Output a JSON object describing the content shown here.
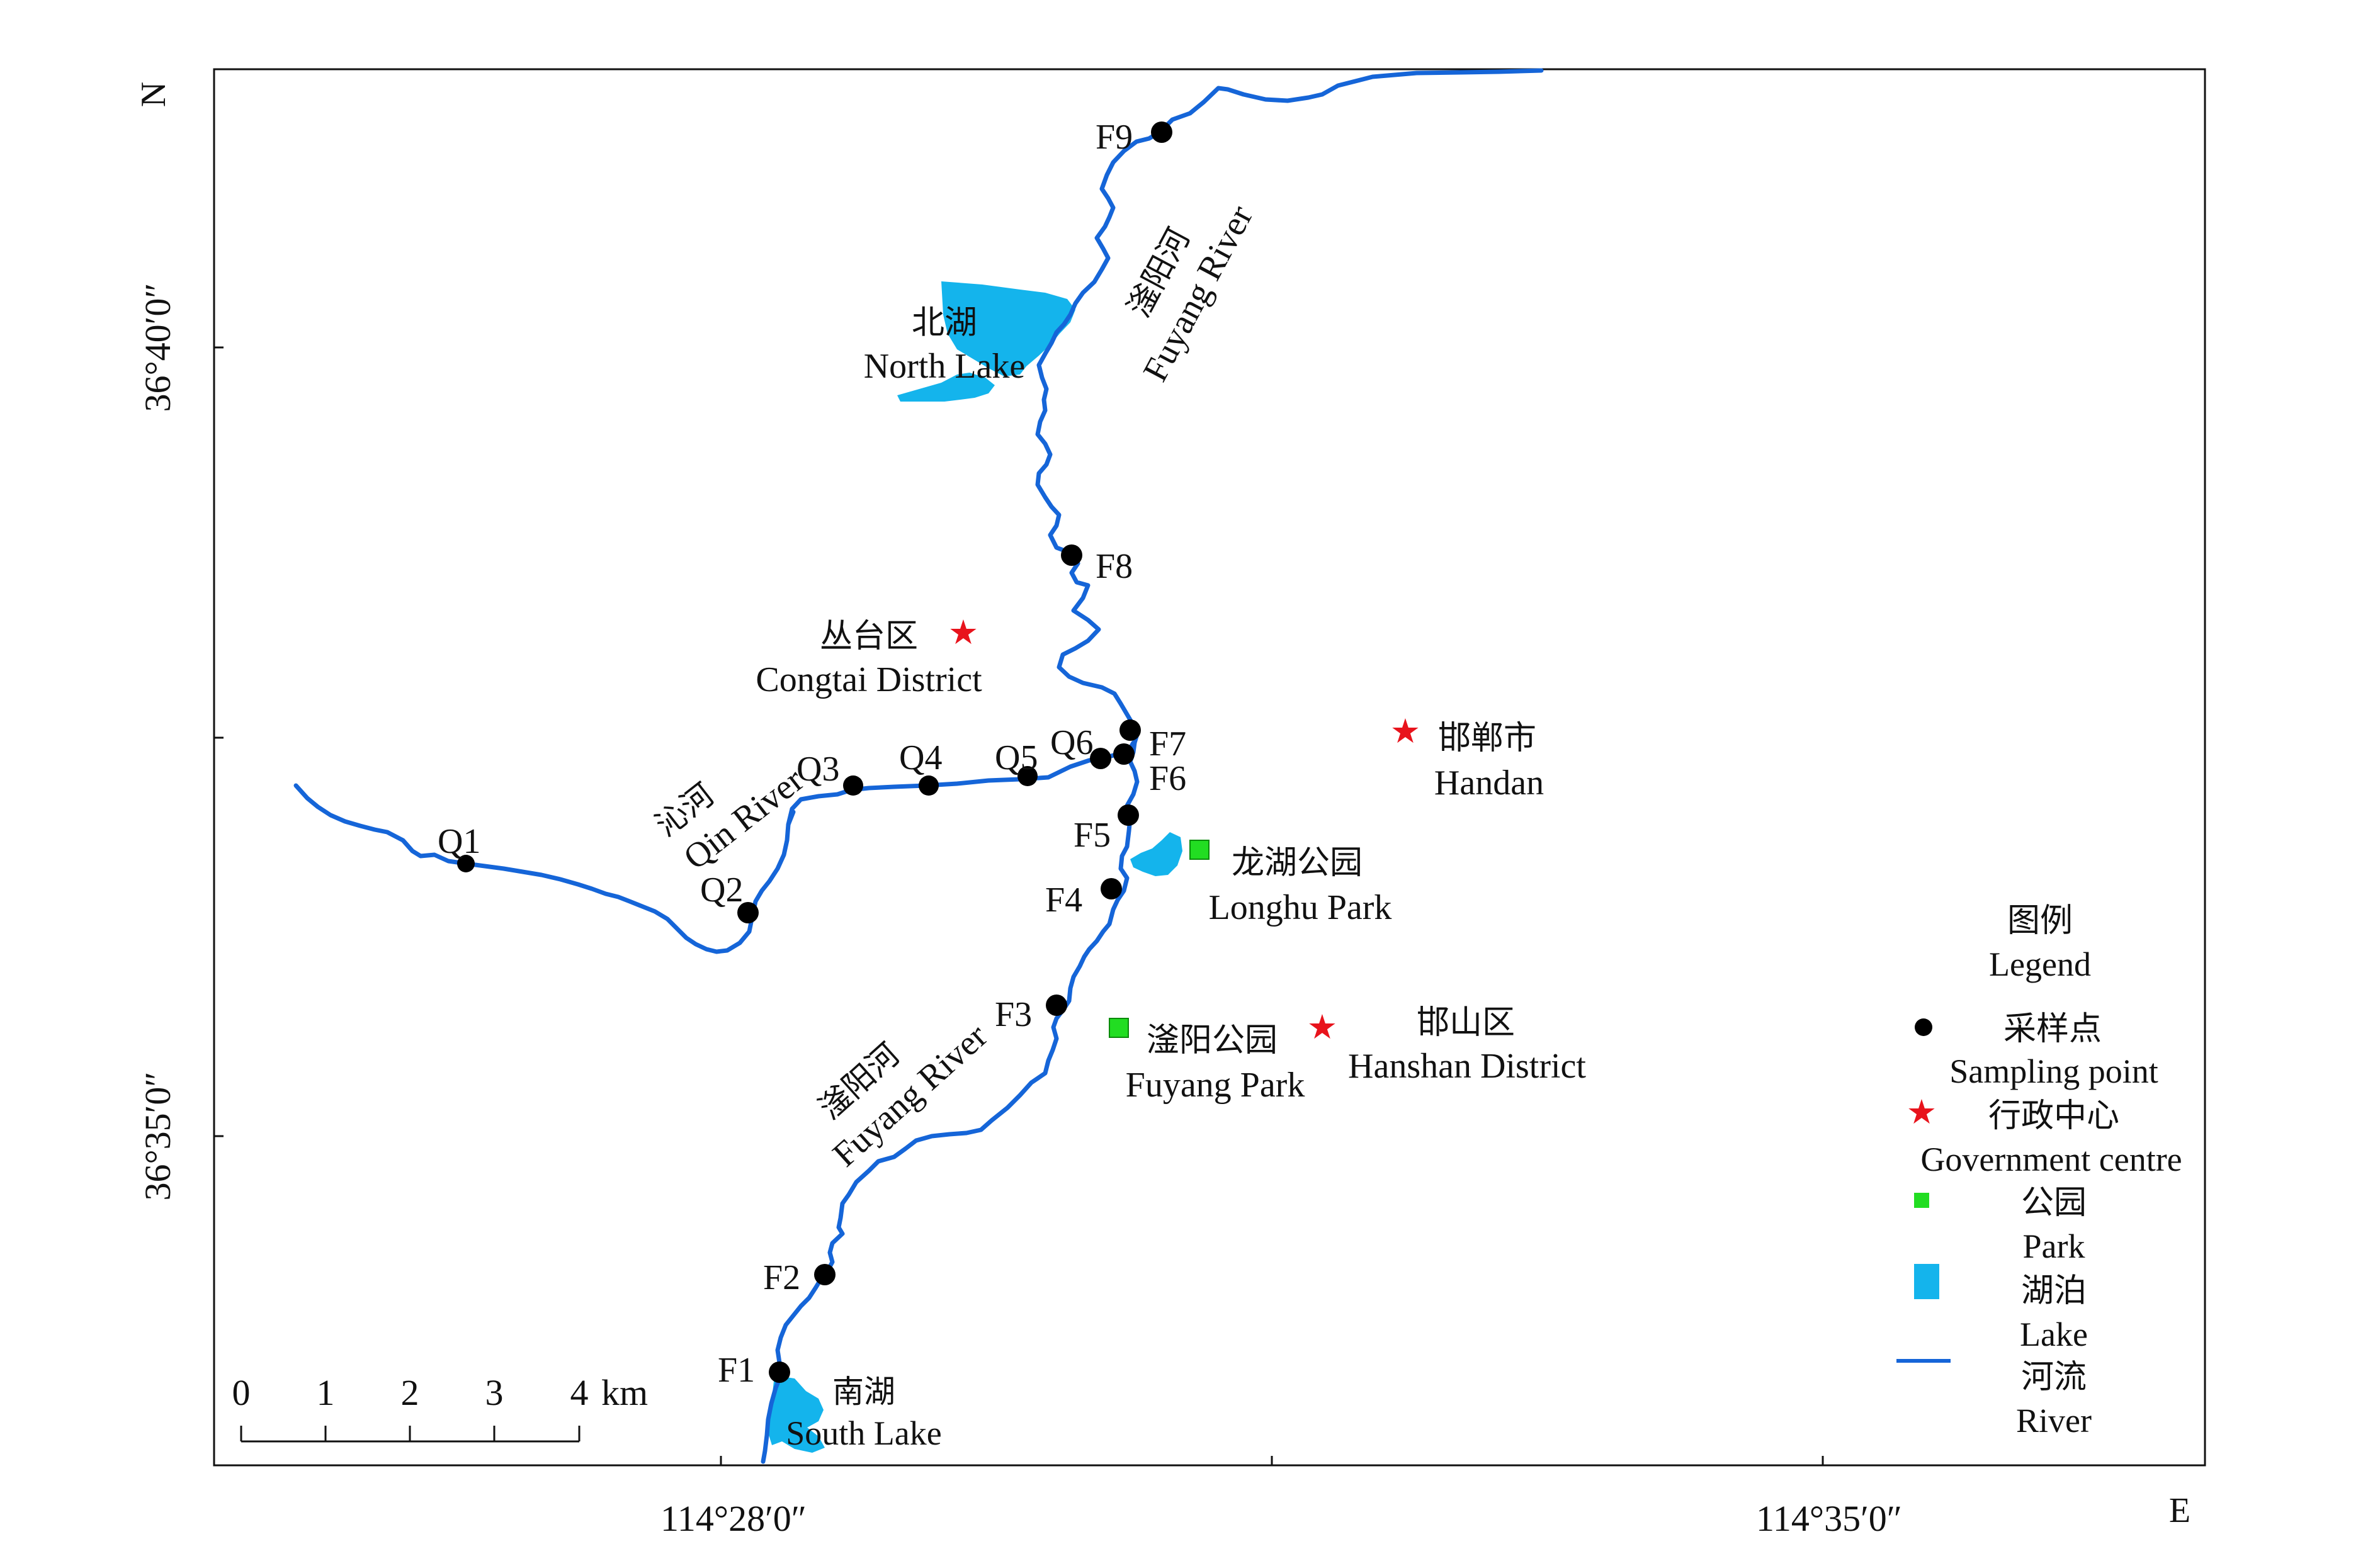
{
  "axes": {
    "north_label": "N",
    "east_label": "E",
    "lat_ticks": [
      "36°40′0″",
      "36°35′0″"
    ],
    "lon_ticks": [
      "114°28′0″",
      "114°35′0″"
    ]
  },
  "rivers": {
    "fuyang_upper": {
      "cn": "滏阳河",
      "en": "Fuyang River"
    },
    "fuyang_lower": {
      "cn": "滏阳河",
      "en": "Fuyang River"
    },
    "qin": {
      "cn": "沁河",
      "en": "Qin River"
    }
  },
  "lakes": {
    "north": {
      "cn": "北湖",
      "en": "North Lake"
    },
    "south": {
      "cn": "南湖",
      "en": "South Lake"
    }
  },
  "parks": {
    "longhu": {
      "cn": "龙湖公园",
      "en": "Longhu Park"
    },
    "fuyang": {
      "cn": "滏阳公园",
      "en": "Fuyang Park"
    }
  },
  "centres": {
    "congtai": {
      "cn": "丛台区",
      "en": "Congtai District"
    },
    "handan": {
      "cn": "邯郸市",
      "en": "Handan"
    },
    "hanshan": {
      "cn": "邯山区",
      "en": "Hanshan District"
    }
  },
  "sampling_points": {
    "F1": "F1",
    "F2": "F2",
    "F3": "F3",
    "F4": "F4",
    "F5": "F5",
    "F6": "F6",
    "F7": "F7",
    "F8": "F8",
    "F9": "F9",
    "Q1": "Q1",
    "Q2": "Q2",
    "Q3": "Q3",
    "Q4": "Q4",
    "Q5": "Q5",
    "Q6": "Q6"
  },
  "scale_bar": {
    "ticks": [
      "0",
      "1",
      "2",
      "3",
      "4"
    ],
    "unit": "km"
  },
  "legend": {
    "title_cn": "图例",
    "title_en": "Legend",
    "items": [
      {
        "cn": "采样点",
        "en": "Sampling point",
        "icon": "dot-icon"
      },
      {
        "cn": "行政中心",
        "en": "Government centre",
        "icon": "star-icon"
      },
      {
        "cn": "公园",
        "en": "Park",
        "icon": "square-icon"
      },
      {
        "cn": "湖泊",
        "en": "Lake",
        "icon": "lake-swatch-icon"
      },
      {
        "cn": "河流",
        "en": "River",
        "icon": "river-line-icon"
      }
    ]
  },
  "colors": {
    "river": "#1565d8",
    "lake": "#14b4ec",
    "park": "#22dd22",
    "star": "#e8131c",
    "point": "#000000"
  }
}
